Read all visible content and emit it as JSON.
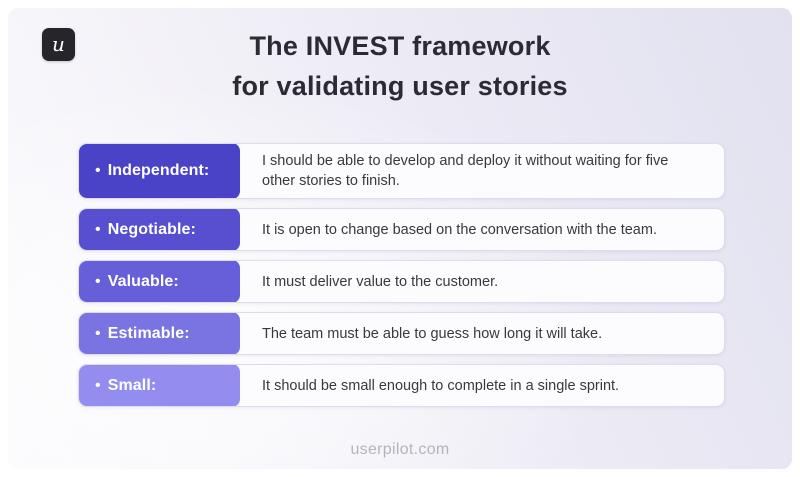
{
  "logo": {
    "letter": "u"
  },
  "title": {
    "line1": "The INVEST framework",
    "line2": "for validating user stories"
  },
  "bullet": "•",
  "rows": [
    {
      "label": "Independent:",
      "description": "I should be able to develop and deploy it without waiting for five other stories to finish.",
      "color": "#4b43c7"
    },
    {
      "label": "Negotiable:",
      "description": "It is open to change based on the conversation with the team.",
      "color": "#574fd0"
    },
    {
      "label": "Valuable:",
      "description": "It must deliver value to the customer.",
      "color": "#675fd9"
    },
    {
      "label": "Estimable:",
      "description": "The team must be able to guess how long it will take.",
      "color": "#7a73e2"
    },
    {
      "label": "Small:",
      "description": "It should be small enough to complete in a single sprint.",
      "color": "#938df0"
    }
  ],
  "footer": {
    "website": "userpilot.com"
  },
  "colors": {
    "background_outer": "#ffffff",
    "panel_lavender": "#e1e1f0",
    "card_background": "#fcfcfe",
    "title_text": "#2b2b33",
    "description_text": "#38383f",
    "footer_text": "#b4b4bc",
    "logo_background": "#25252b"
  }
}
